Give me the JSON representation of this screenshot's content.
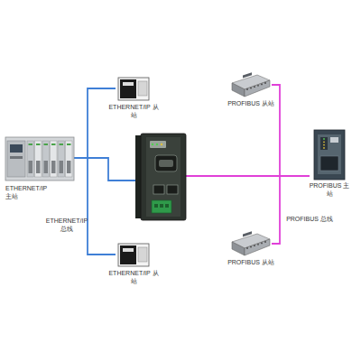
{
  "diagram": {
    "nodes": [
      {
        "text": [
          "ETHERNET/IP 从站"
        ]
      },
      {
        "text": [
          "PROFIBUS 从站"
        ]
      },
      {
        "text": [
          "ETHERNET/IP 主站"
        ]
      },
      {
        "text": [
          "PROFIBUS 主站"
        ]
      },
      {
        "text": [
          "ETHERNET/IP 从站"
        ]
      },
      {
        "text": [
          "PROFIBUS 从站"
        ]
      }
    ],
    "edges": [
      {
        "from": 2,
        "to": 0,
        "arrow": "none"
      },
      {
        "from": 2,
        "to": 4,
        "arrow": "none"
      },
      {
        "from": 3,
        "to": 1,
        "arrow": "none"
      },
      {
        "from": 3,
        "to": 5,
        "arrow": "none"
      }
    ],
    "labels": [
      "ETHERNET/IP 总线",
      "PROFIBUS 总线"
    ]
  }
}
